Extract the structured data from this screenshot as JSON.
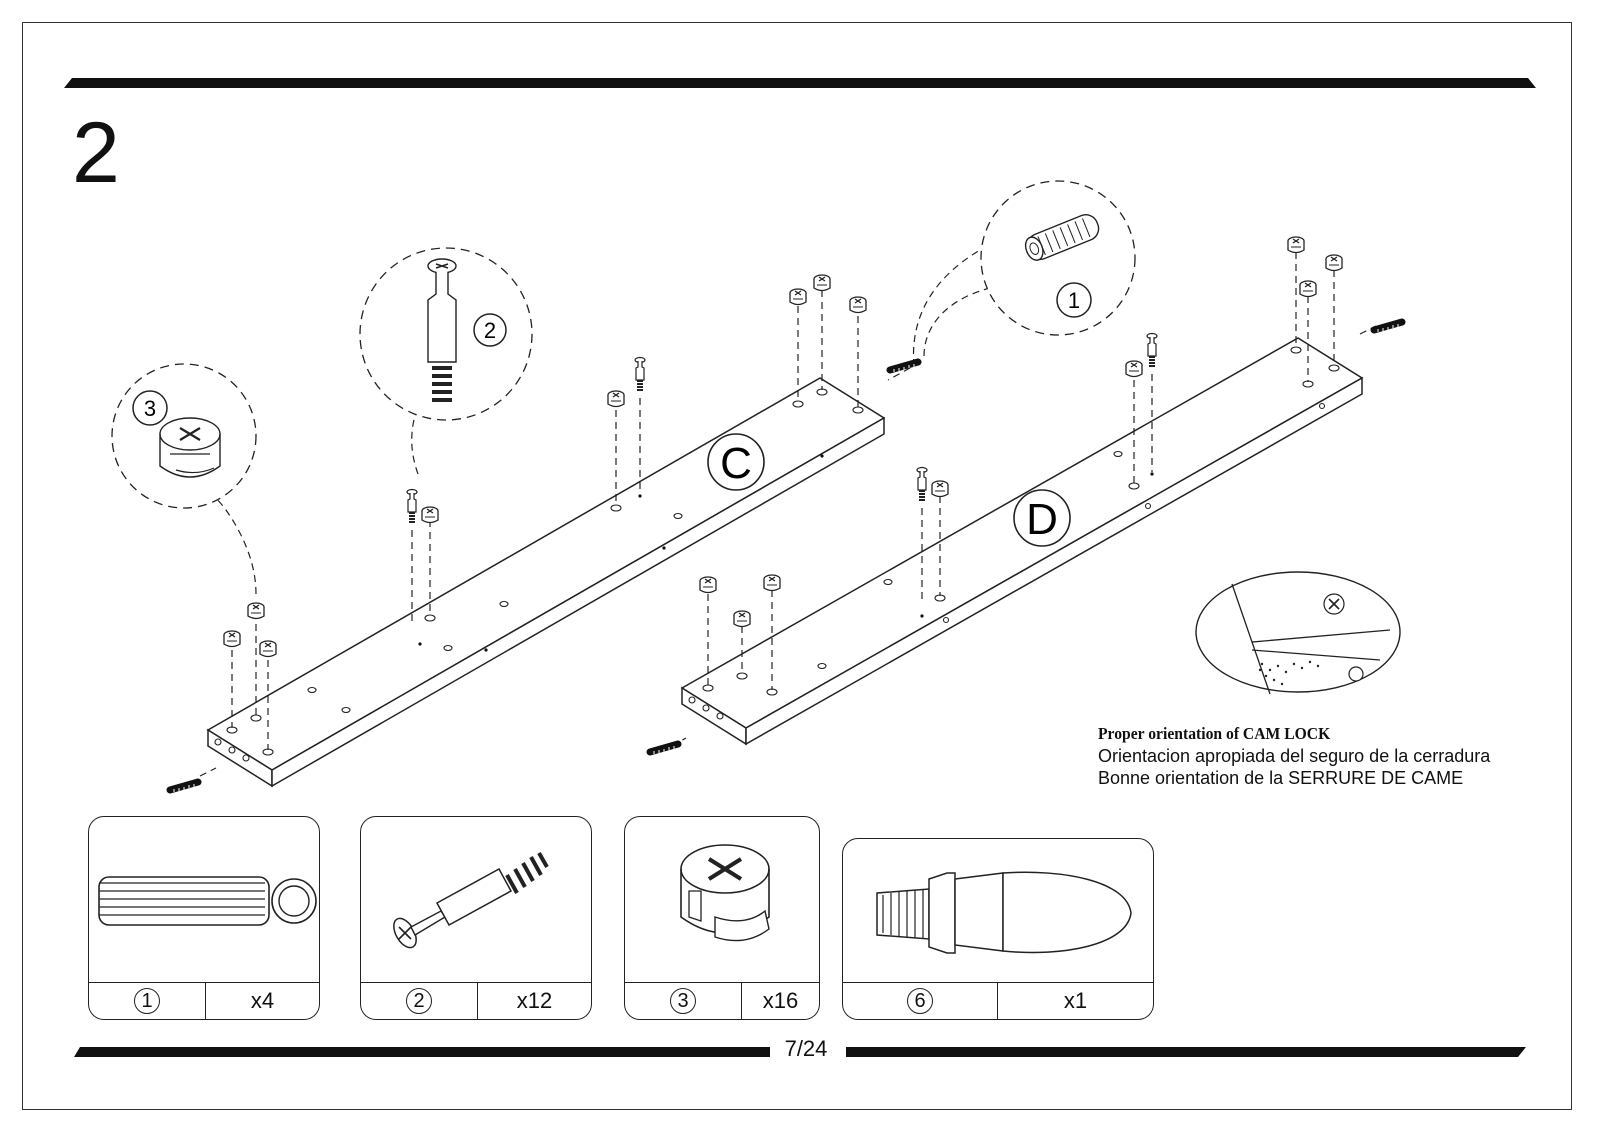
{
  "step": {
    "number": "2"
  },
  "panels": [
    {
      "letter": "C"
    },
    {
      "letter": "D"
    }
  ],
  "callouts": [
    {
      "number": "1"
    },
    {
      "number": "2"
    },
    {
      "number": "3"
    }
  ],
  "cam_lock_note": {
    "line_en": "Proper orientation of CAM LOCK",
    "line_es": "Orientacion apropiada del seguro de la cerradura",
    "line_fr": "Bonne orientation de la SERRURE DE CAME"
  },
  "parts": [
    {
      "id": "1",
      "qty": "x4",
      "icon": "dowel-icon"
    },
    {
      "id": "2",
      "qty": "x12",
      "icon": "cam-bolt-icon"
    },
    {
      "id": "3",
      "qty": "x16",
      "icon": "cam-lock-icon"
    },
    {
      "id": "6",
      "qty": "x1",
      "icon": "tool-icon"
    }
  ],
  "page": {
    "number": "7/24"
  }
}
